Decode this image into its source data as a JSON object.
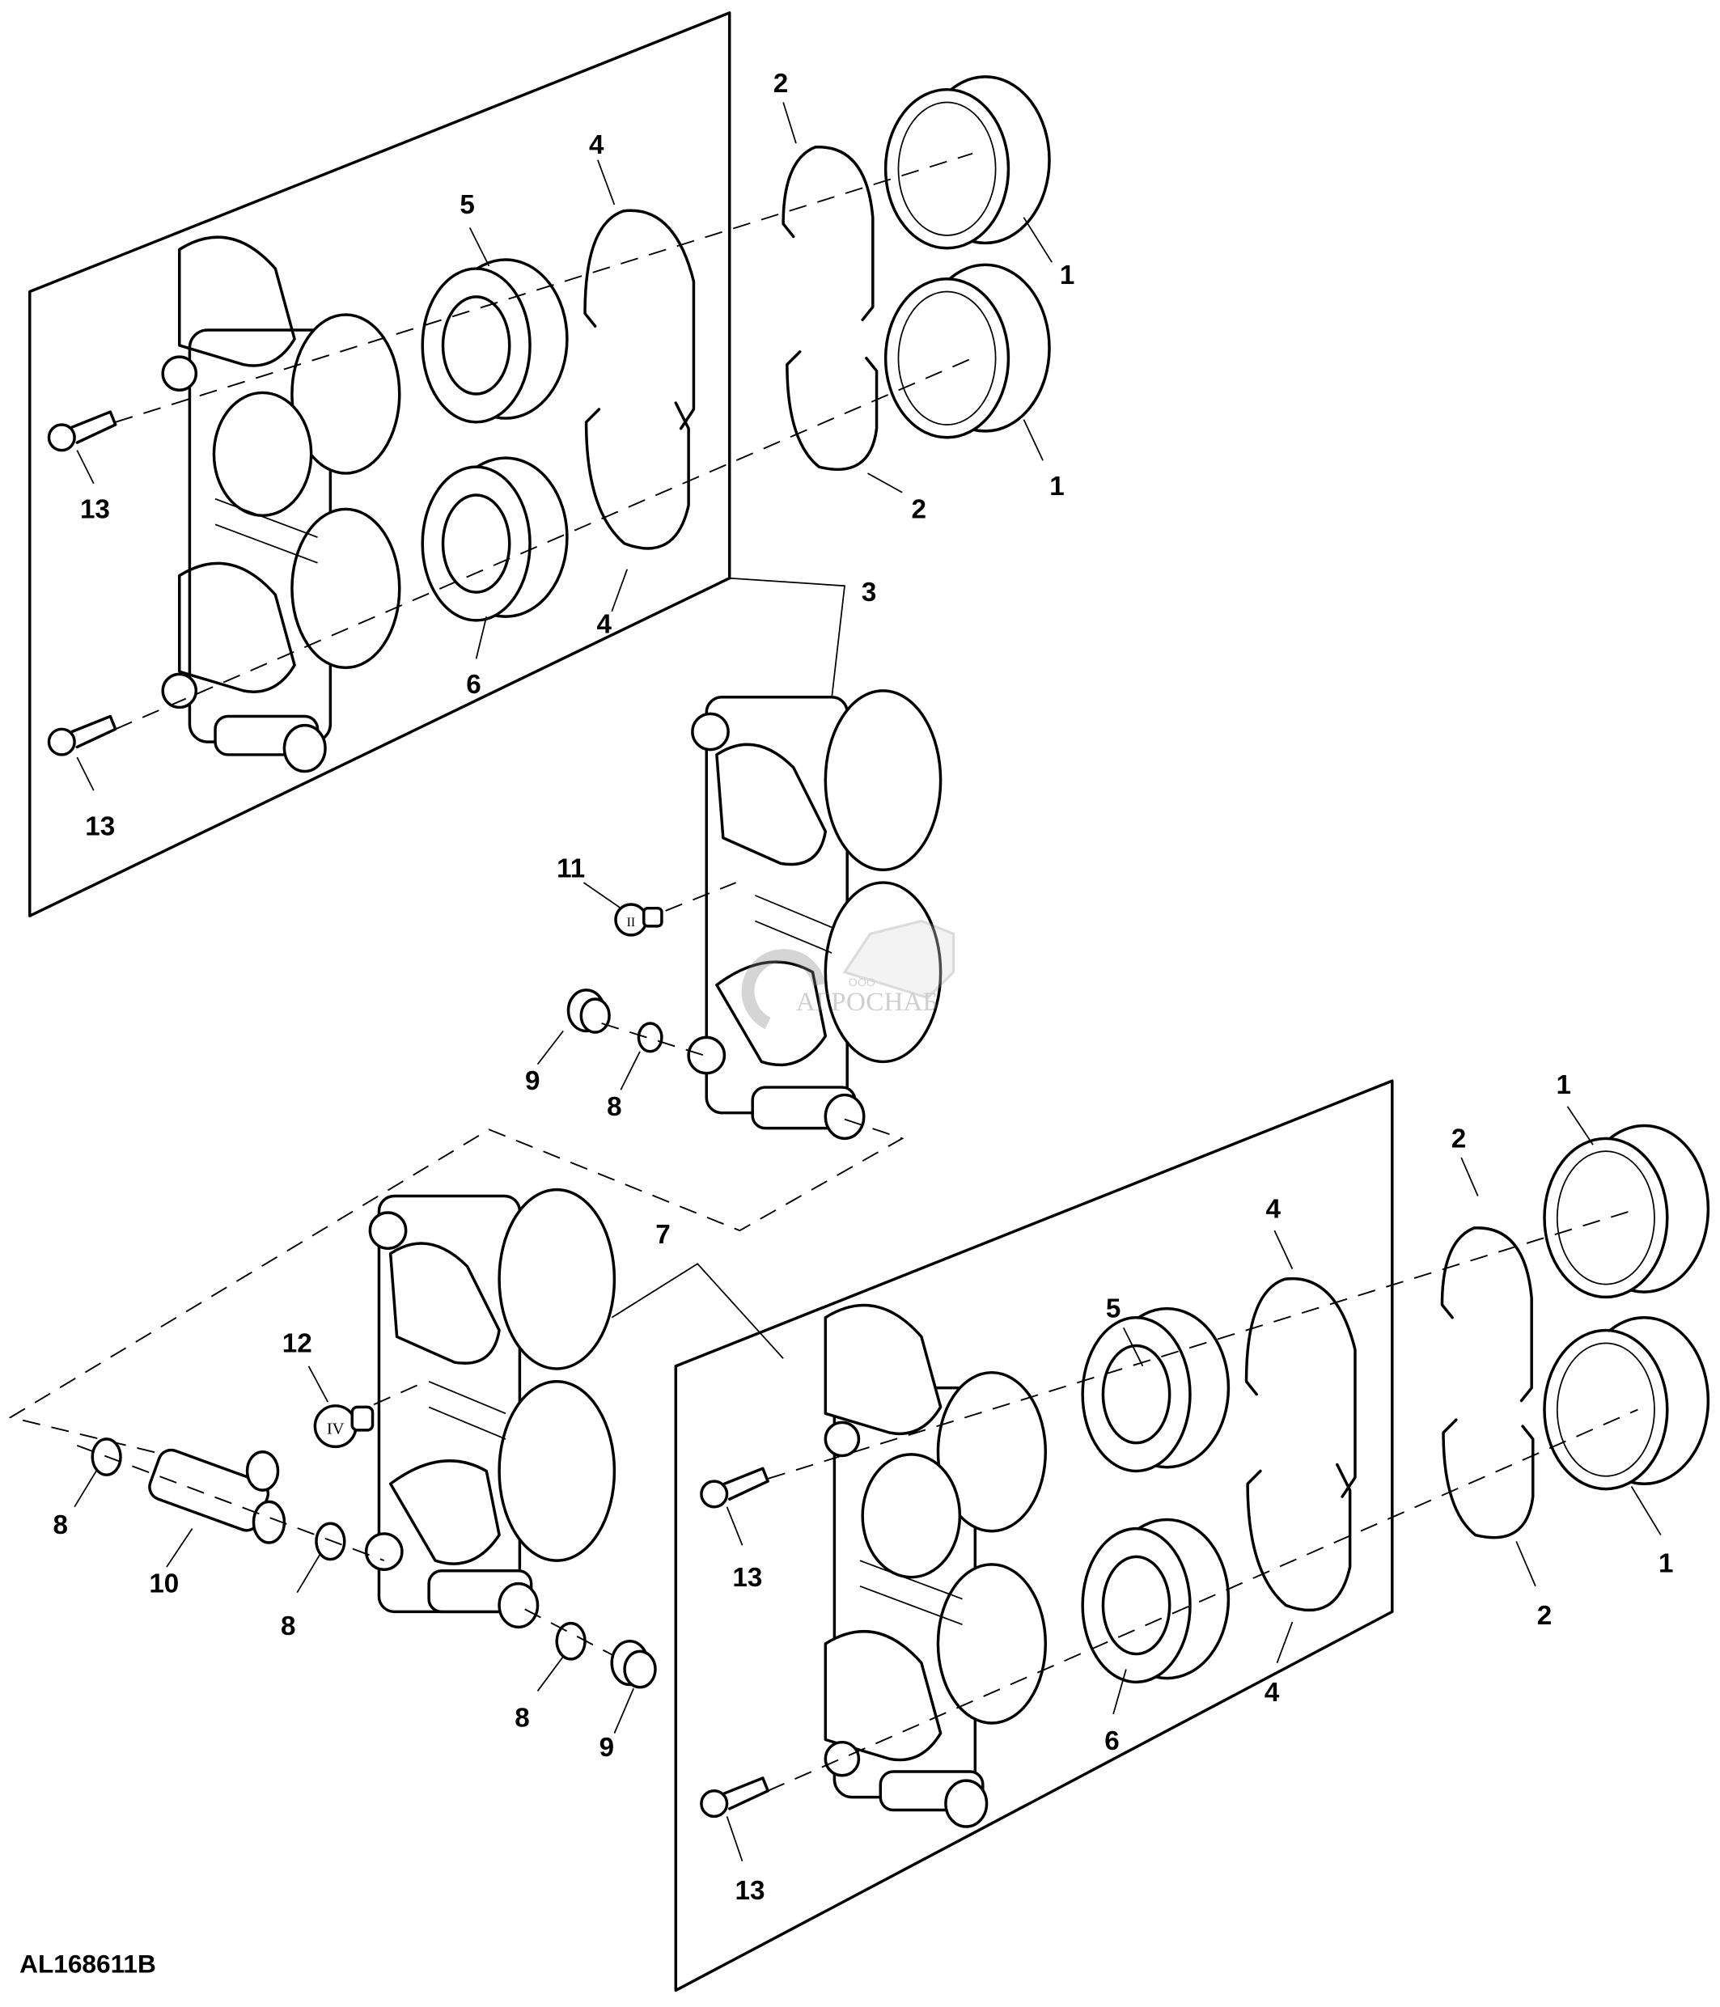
{
  "figure": {
    "id": "AL168611B",
    "type": "exploded parts diagram"
  },
  "watermark": {
    "prefix": "ООО",
    "brand": "АГРОСНАБ"
  },
  "callouts": {
    "upper_group": {
      "ring1_top": "1",
      "ring1_bottom": "1",
      "clip2_top": "2",
      "clip2_bottom": "2",
      "clip4_top": "4",
      "clip4_bottom": "4",
      "seal5": "5",
      "seal6": "6",
      "screw13_top": "13",
      "screw13_bottom": "13",
      "assembly3": "3"
    },
    "middle_group": {
      "plug11": "11",
      "plug9": "9",
      "oring8": "8"
    },
    "lower_left_group": {
      "plug12": "12",
      "oring8_a": "8",
      "oring8_b": "8",
      "oring8_c": "8",
      "tee10": "10",
      "plug9": "9",
      "assembly7": "7"
    },
    "lower_right_group": {
      "ring1_top": "1",
      "ring1_bottom": "1",
      "clip2_top": "2",
      "clip2_bottom": "2",
      "clip4_top": "4",
      "clip4_bottom": "4",
      "seal5": "5",
      "seal6": "6",
      "screw13_top": "13",
      "screw13_bottom": "13"
    }
  },
  "plug_markings": {
    "plug11": "II",
    "plug12": "IV"
  }
}
